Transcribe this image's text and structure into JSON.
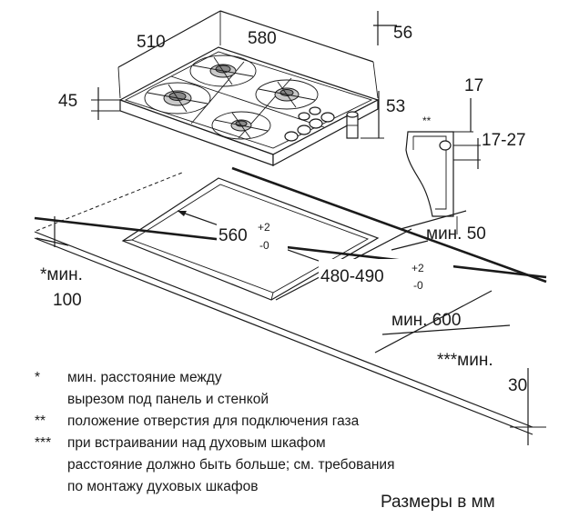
{
  "dimensions": {
    "hob_depth": "510",
    "hob_width": "580",
    "hob_overhang": "56",
    "hob_height": "45",
    "hob_below": "53",
    "cutout_width": "560",
    "cutout_width_tol_plus": "+2",
    "cutout_width_tol_minus": "-0",
    "cutout_depth": "480-490",
    "cutout_depth_tol_plus": "+2",
    "cutout_depth_tol_minus": "-0",
    "gas_offset_top": "17",
    "gas_range": "17-27",
    "gas_marker": "**",
    "min_50": "мин. 50",
    "min_100_label": "*мин.",
    "min_100_value": "100",
    "min_600": "мин. 600",
    "min_30_label": "***мин.",
    "min_30_value": "30"
  },
  "notes": [
    {
      "mark": "*",
      "lines": [
        "мин. расстояние между",
        "вырезом под панель и стенкой"
      ]
    },
    {
      "mark": "**",
      "lines": [
        "положение отверстия для подключения газа"
      ]
    },
    {
      "mark": "***",
      "lines": [
        "при встраивании над духовым шкафом",
        "расстояние должно быть больше; см. требования",
        "по монтажу духовых шкафов"
      ]
    }
  ],
  "units_label": "Размеры в мм"
}
